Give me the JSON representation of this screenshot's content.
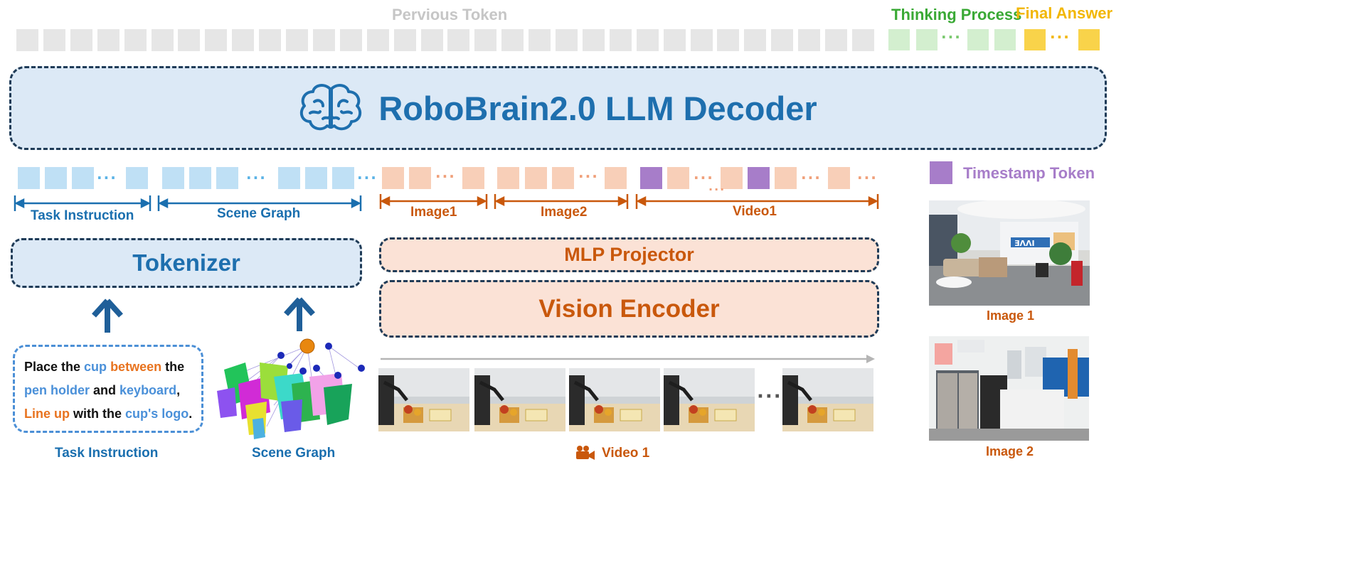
{
  "top": {
    "previous_label": "Pervious Token",
    "thinking_label": "Thinking Process",
    "final_label": "Final Answer"
  },
  "decoder": {
    "title": "RoboBrain2.0 LLM Decoder",
    "icon": "brain-icon"
  },
  "legend": {
    "timestamp_label": "Timestamp Token"
  },
  "segments": {
    "task_instruction": "Task Instruction",
    "scene_graph": "Scene Graph",
    "image1": "Image1",
    "image2": "Image2",
    "video1": "Video1"
  },
  "tokenizer": "Tokenizer",
  "mlp": "MLP Projector",
  "vision": "Vision Encoder",
  "instruction": {
    "line1": [
      {
        "t": "Place the ",
        "c": "k"
      },
      {
        "t": "cup ",
        "c": "b"
      },
      {
        "t": "between",
        "c": "o"
      },
      {
        "t": " the",
        "c": "k"
      }
    ],
    "line2": [
      {
        "t": "pen holder",
        "c": "b"
      },
      {
        "t": " and ",
        "c": "k"
      },
      {
        "t": "keyboard",
        "c": "b"
      },
      {
        "t": ",",
        "c": "k"
      }
    ],
    "line3": [
      {
        "t": "Line up",
        "c": "o"
      },
      {
        "t": " with the ",
        "c": "k"
      },
      {
        "t": "cup's logo",
        "c": "b"
      },
      {
        "t": ".",
        "c": "k"
      }
    ]
  },
  "captions": {
    "task_instruction": "Task Instruction",
    "scene_graph": "Scene Graph",
    "video1": "Video 1",
    "image1": "Image 1",
    "image2": "Image 2"
  },
  "colors": {
    "prev_token": "#e6e6e6",
    "thinking_token": "#d3efcf",
    "answer_token": "#f9d34a",
    "text_token": "#bfe0f5",
    "visual_token": "#f8cfb8",
    "timestamp_token": "#a77dc9",
    "blue": "#1a6faf",
    "orange": "#c9580c"
  }
}
